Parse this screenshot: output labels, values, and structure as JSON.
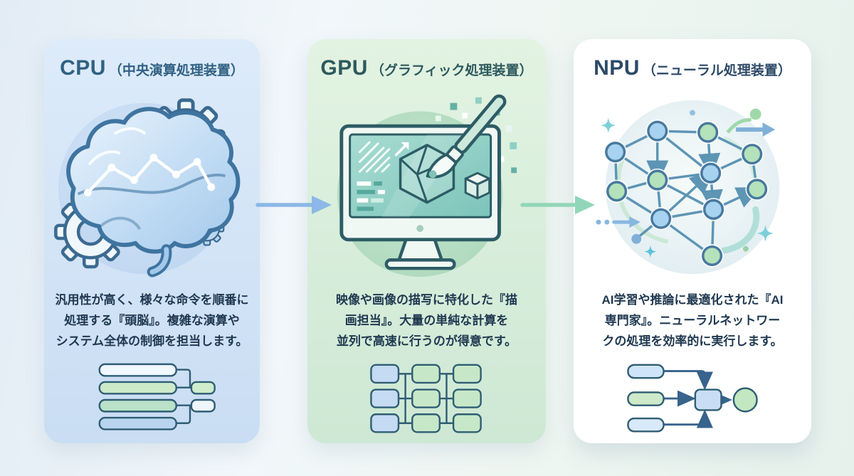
{
  "page": {
    "background_left": "#e2ecf5",
    "background_right": "#e6f1ec",
    "description_text_color": "#1f3850"
  },
  "infographic": {
    "cards": [
      {
        "id": "cpu",
        "title": "CPU",
        "subtitle": "（中央演算処理装置）",
        "description_lines": [
          "汎用性が高く、様々な命令を順番に",
          "処理する『頭脳』。複雑な演算や",
          "システム全体の制御を担当します。"
        ],
        "illustration": "brain-with-gears-icon",
        "mini_diagram": "sequential-tasks-diagram-icon",
        "colors": {
          "card_top": "#ddebfa",
          "card_bottom": "#c9ddf3",
          "title": "#2f6182"
        }
      },
      {
        "id": "gpu",
        "title": "GPU",
        "subtitle": "（グラフィック処理装置）",
        "description_lines": [
          "映像や画像の描写に特化した『描",
          "画担当』。大量の単純な計算を",
          "並列で高速に行うのが得意です。"
        ],
        "illustration": "monitor-with-paintbrush-icon",
        "mini_diagram": "parallel-grid-diagram-icon",
        "colors": {
          "card_top": "#e3f3e2",
          "card_bottom": "#cde8d4",
          "title": "#2d5a5d"
        }
      },
      {
        "id": "npu",
        "title": "NPU",
        "subtitle": "（ニューラル処理装置）",
        "description_lines": [
          "AI学習や推論に最適化された『AI",
          "専門家』。ニューラルネットワー",
          "クの処理を効率的に実行します。"
        ],
        "illustration": "neural-network-icon",
        "mini_diagram": "converging-flow-diagram-icon",
        "colors": {
          "card_top": "#ffffff",
          "card_bottom": "#ffffff",
          "title": "#2d4a68"
        }
      }
    ],
    "arrows": [
      {
        "id": "cpu-to-gpu",
        "color": "#8cb7e7"
      },
      {
        "id": "gpu-to-npu",
        "color": "#92d6b8"
      }
    ]
  }
}
